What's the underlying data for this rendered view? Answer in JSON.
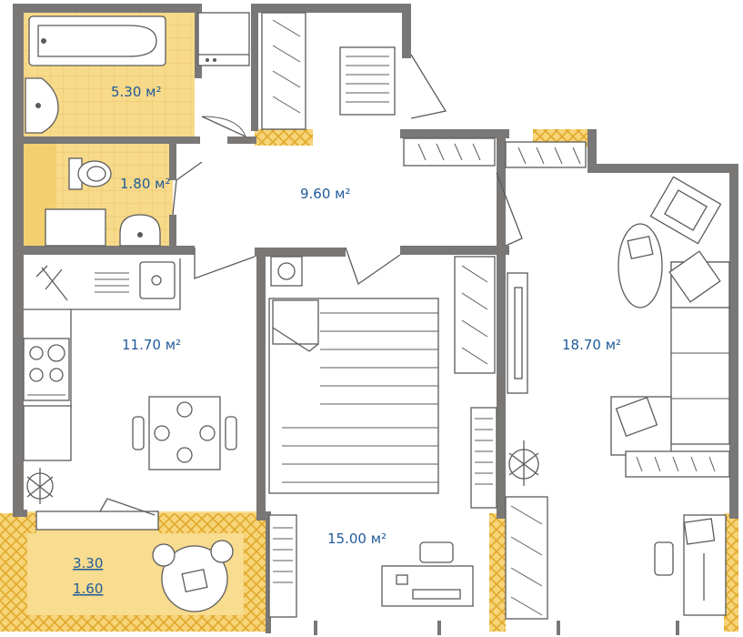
{
  "colors": {
    "wall": "#7a7877",
    "floor_white": "#ffffff",
    "wet_zone": "#f7da8a",
    "balcony": "#f8dc8f",
    "hatch": "#e7b536",
    "label": "#1f5a99",
    "furniture_stroke": "#5b5b5b"
  },
  "rooms": [
    {
      "id": "bathroom",
      "area": "5.30 м²"
    },
    {
      "id": "toilet",
      "area": "1.80 м²"
    },
    {
      "id": "hallway",
      "area": "9.60 м²"
    },
    {
      "id": "kitchen",
      "area": "11.70 м²"
    },
    {
      "id": "bedroom",
      "area": "15.00 м²"
    },
    {
      "id": "living-room",
      "area": "18.70 м²"
    }
  ],
  "balcony": {
    "area_full": "3.30",
    "area_reduced": "1.60"
  },
  "icons": [
    "bathtub-icon",
    "washbasin-icon",
    "toilet-icon",
    "washing-machine-icon",
    "stove-icon",
    "sink-icon",
    "dining-table-icon",
    "plant-icon",
    "bed-icon",
    "wardrobe-icon",
    "desk-icon",
    "sofa-icon",
    "armchair-icon",
    "tv-icon"
  ]
}
